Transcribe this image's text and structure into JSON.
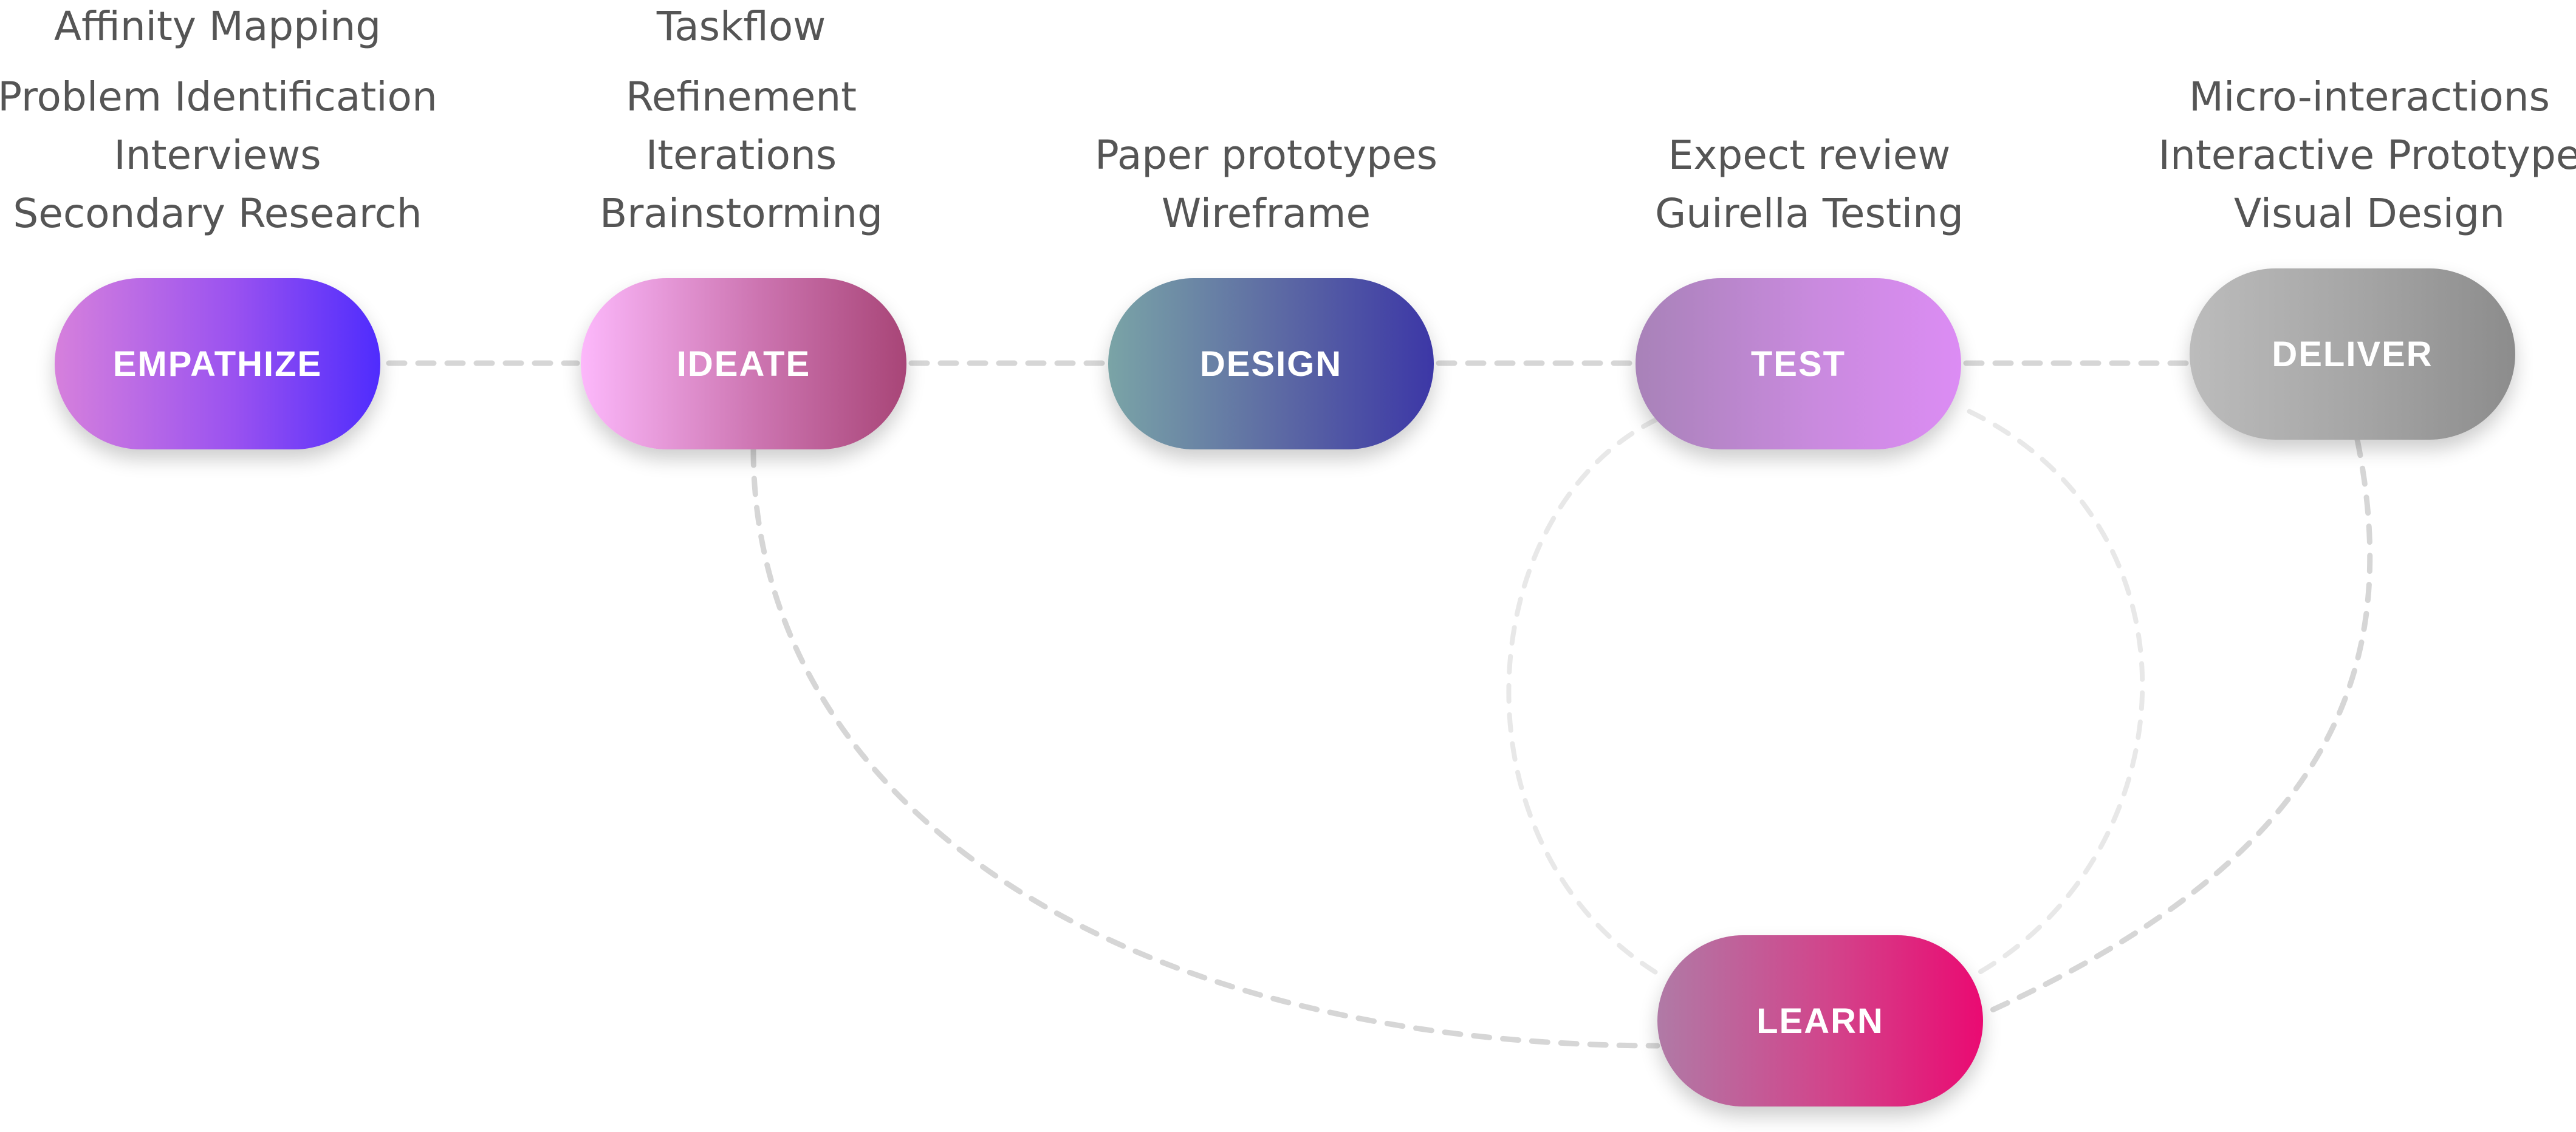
{
  "stages": [
    {
      "id": "empathize",
      "label": "EMPATHIZE",
      "activities": [
        "Affinity Mapping",
        "Problem Identification",
        "Interviews",
        "Secondary Research"
      ]
    },
    {
      "id": "ideate",
      "label": "IDEATE",
      "activities": [
        "Taskflow",
        "Refinement",
        "Iterations",
        "Brainstorming"
      ]
    },
    {
      "id": "design",
      "label": "DESIGN",
      "activities": [
        "Paper prototypes",
        "Wireframe"
      ]
    },
    {
      "id": "test",
      "label": "TEST",
      "activities": [
        "Expect review",
        "Guirella Testing"
      ]
    },
    {
      "id": "deliver",
      "label": "DELIVER",
      "activities": [
        "Micro-interactions",
        "Interactive Prototype",
        "Visual Design"
      ]
    },
    {
      "id": "learn",
      "label": "LEARN",
      "activities": []
    }
  ],
  "connections": [
    {
      "from": "empathize",
      "to": "ideate"
    },
    {
      "from": "ideate",
      "to": "design"
    },
    {
      "from": "design",
      "to": "test"
    },
    {
      "from": "test",
      "to": "deliver"
    },
    {
      "from": "ideate",
      "to": "learn"
    },
    {
      "from": "test",
      "to": "learn"
    },
    {
      "from": "learn",
      "to": "test"
    },
    {
      "from": "deliver",
      "to": "learn"
    }
  ],
  "colors": {
    "connector": "#d6d6d6",
    "text": "#555555",
    "node_text": "#ffffff"
  }
}
